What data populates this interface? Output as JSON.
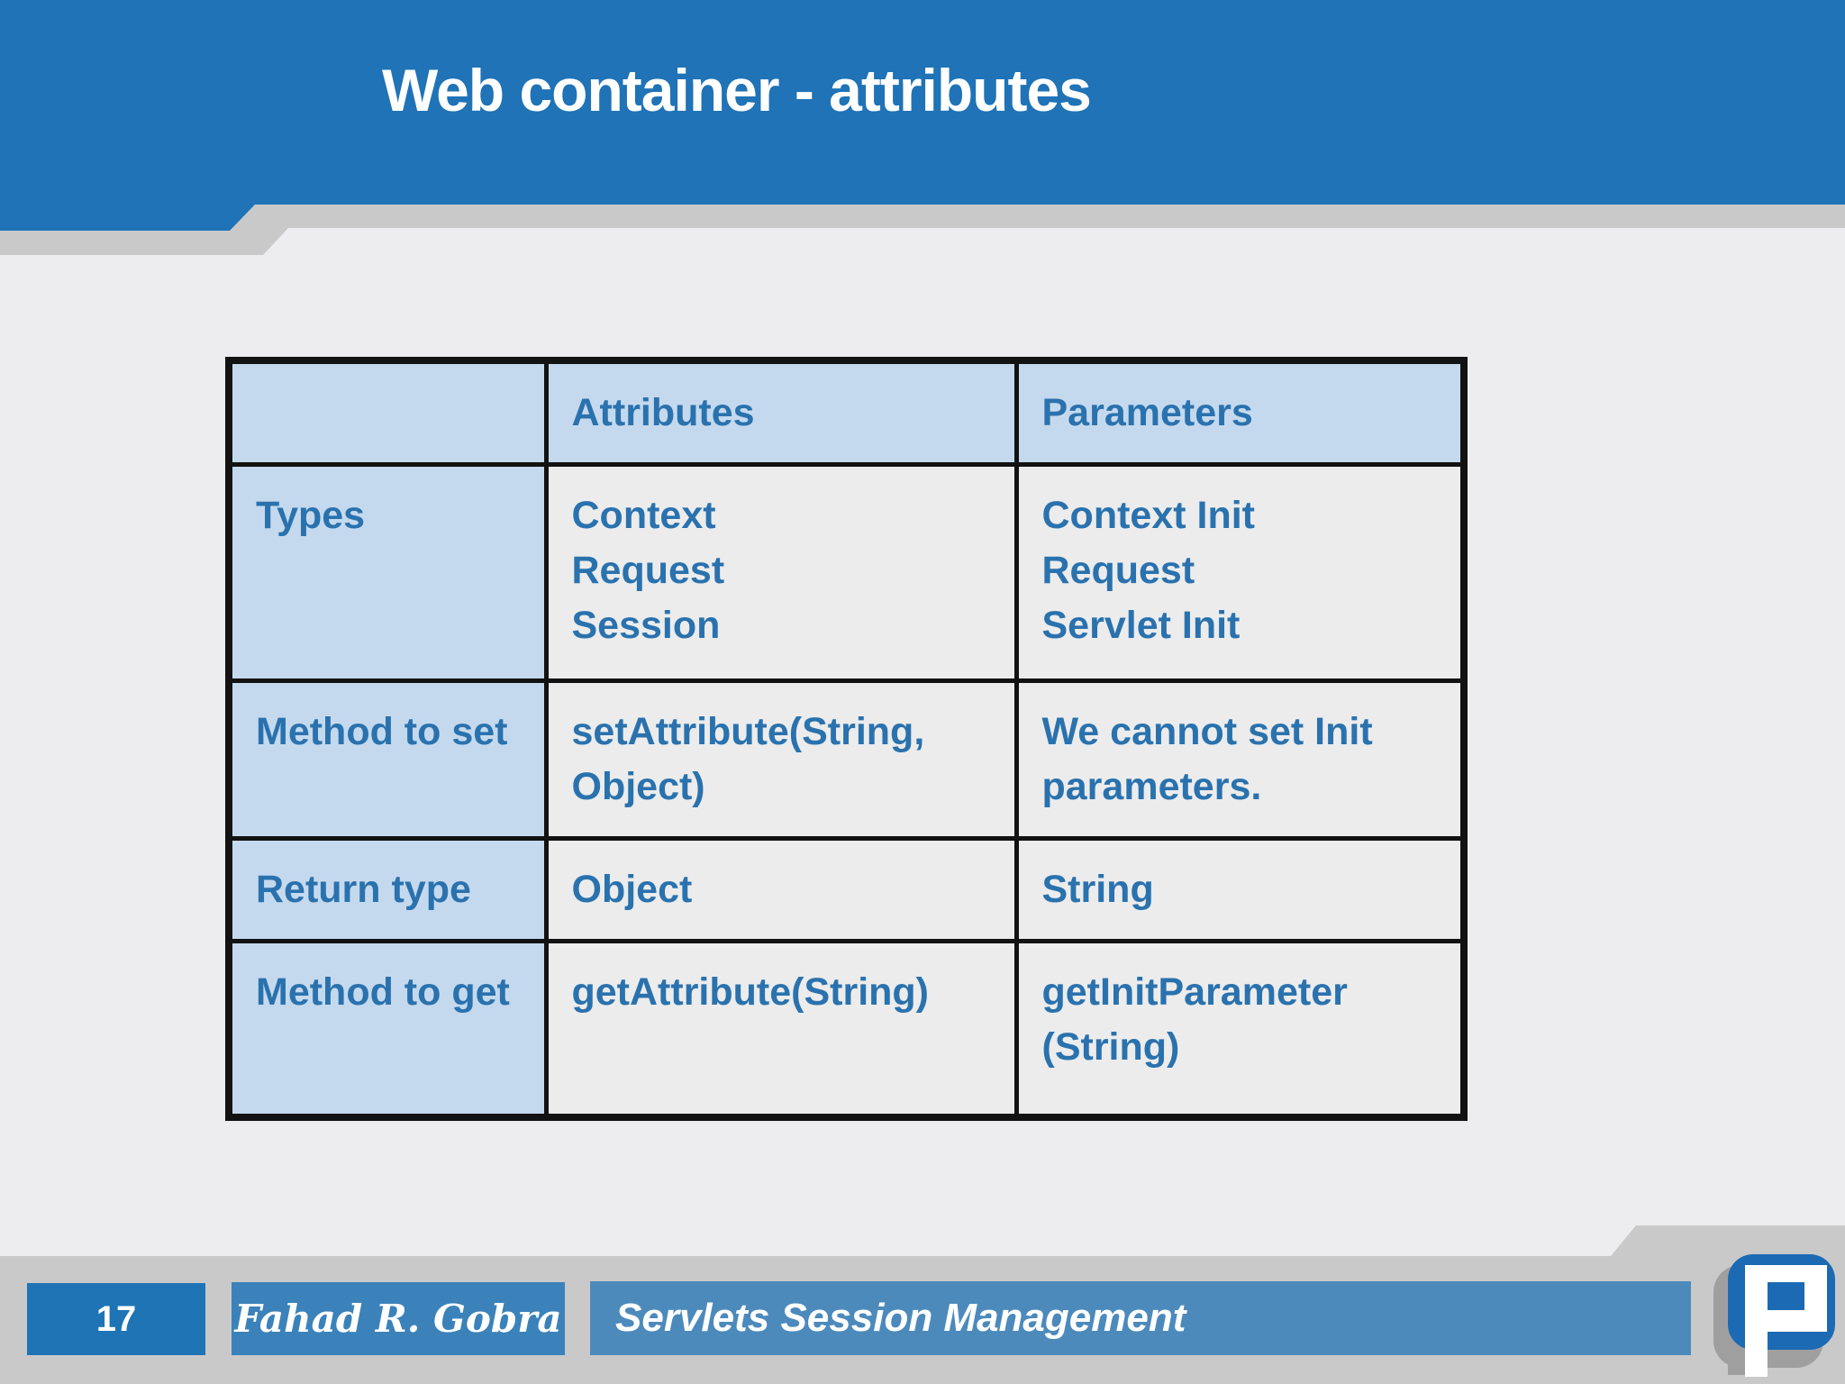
{
  "slide": {
    "title": "Web container - attributes",
    "page_number": "17",
    "author_signature": "Fahad R. Gobra",
    "footer_title": "Servlets Session Management"
  },
  "table": {
    "columns": [
      "",
      "Attributes",
      "Parameters"
    ],
    "rows": [
      {
        "label": "Types",
        "attributes": "Context\nRequest\nSession",
        "parameters": "Context Init\nRequest\nServlet Init"
      },
      {
        "label": "Method to set",
        "attributes": "setAttribute(String, Object)",
        "parameters": "We cannot set Init parameters."
      },
      {
        "label": "Return type",
        "attributes": "Object",
        "parameters": "String"
      },
      {
        "label": "Method to get",
        "attributes": "getAttribute(String)",
        "parameters": "getInitParameter (String)"
      }
    ]
  },
  "colors": {
    "header_blue": "#1f73b6",
    "band_gray": "#c9c9ca",
    "slide_bg": "#edecee",
    "cell_header_blue": "#c5d9ee",
    "cell_body_gray": "#ececec",
    "cell_text_blue": "#2a72ae",
    "table_border": "#121212",
    "page_box_blue": "#1e74b4",
    "signature_box_blue": "#3b82ba",
    "footer_bar_blue": "#4c8abc",
    "logo_blue": "#1c6ab3"
  }
}
